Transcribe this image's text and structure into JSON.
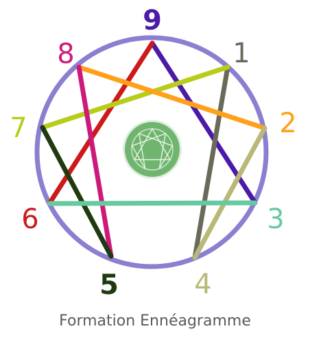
{
  "caption": "Formation Ennéagramme",
  "circle_color": "#8a7fd0",
  "points": [
    {
      "label": "1",
      "color": "#6a6a5a"
    },
    {
      "label": "2",
      "color": "#ff9f1a"
    },
    {
      "label": "3",
      "color": "#66c9a0"
    },
    {
      "label": "4",
      "color": "#b8b878"
    },
    {
      "label": "5",
      "color": "#1e3a0e"
    },
    {
      "label": "6",
      "color": "#cc1a1a"
    },
    {
      "label": "7",
      "color": "#b8cc1a"
    },
    {
      "label": "8",
      "color": "#cc1a7a"
    },
    {
      "label": "9",
      "color": "#4b1aa6"
    }
  ],
  "lines": [
    {
      "from": "9",
      "to": "3",
      "color": "#4b1aa6"
    },
    {
      "from": "9",
      "to": "6",
      "color": "#cc1a1a"
    },
    {
      "from": "1",
      "to": "4",
      "color": "#6a6a5a"
    },
    {
      "from": "1",
      "to": "7",
      "color": "#b8cc1a"
    },
    {
      "from": "8",
      "to": "2",
      "color": "#ff9f1a"
    },
    {
      "from": "8",
      "to": "5",
      "color": "#cc1a7a"
    },
    {
      "from": "2",
      "to": "4",
      "color": "#b8b878"
    },
    {
      "from": "7",
      "to": "5",
      "color": "#1e3a0e"
    },
    {
      "from": "6",
      "to": "3",
      "color": "#66c9a0"
    }
  ],
  "center_logo": {
    "icon": "enneagram-logo-icon",
    "color": "#6fb56f"
  }
}
